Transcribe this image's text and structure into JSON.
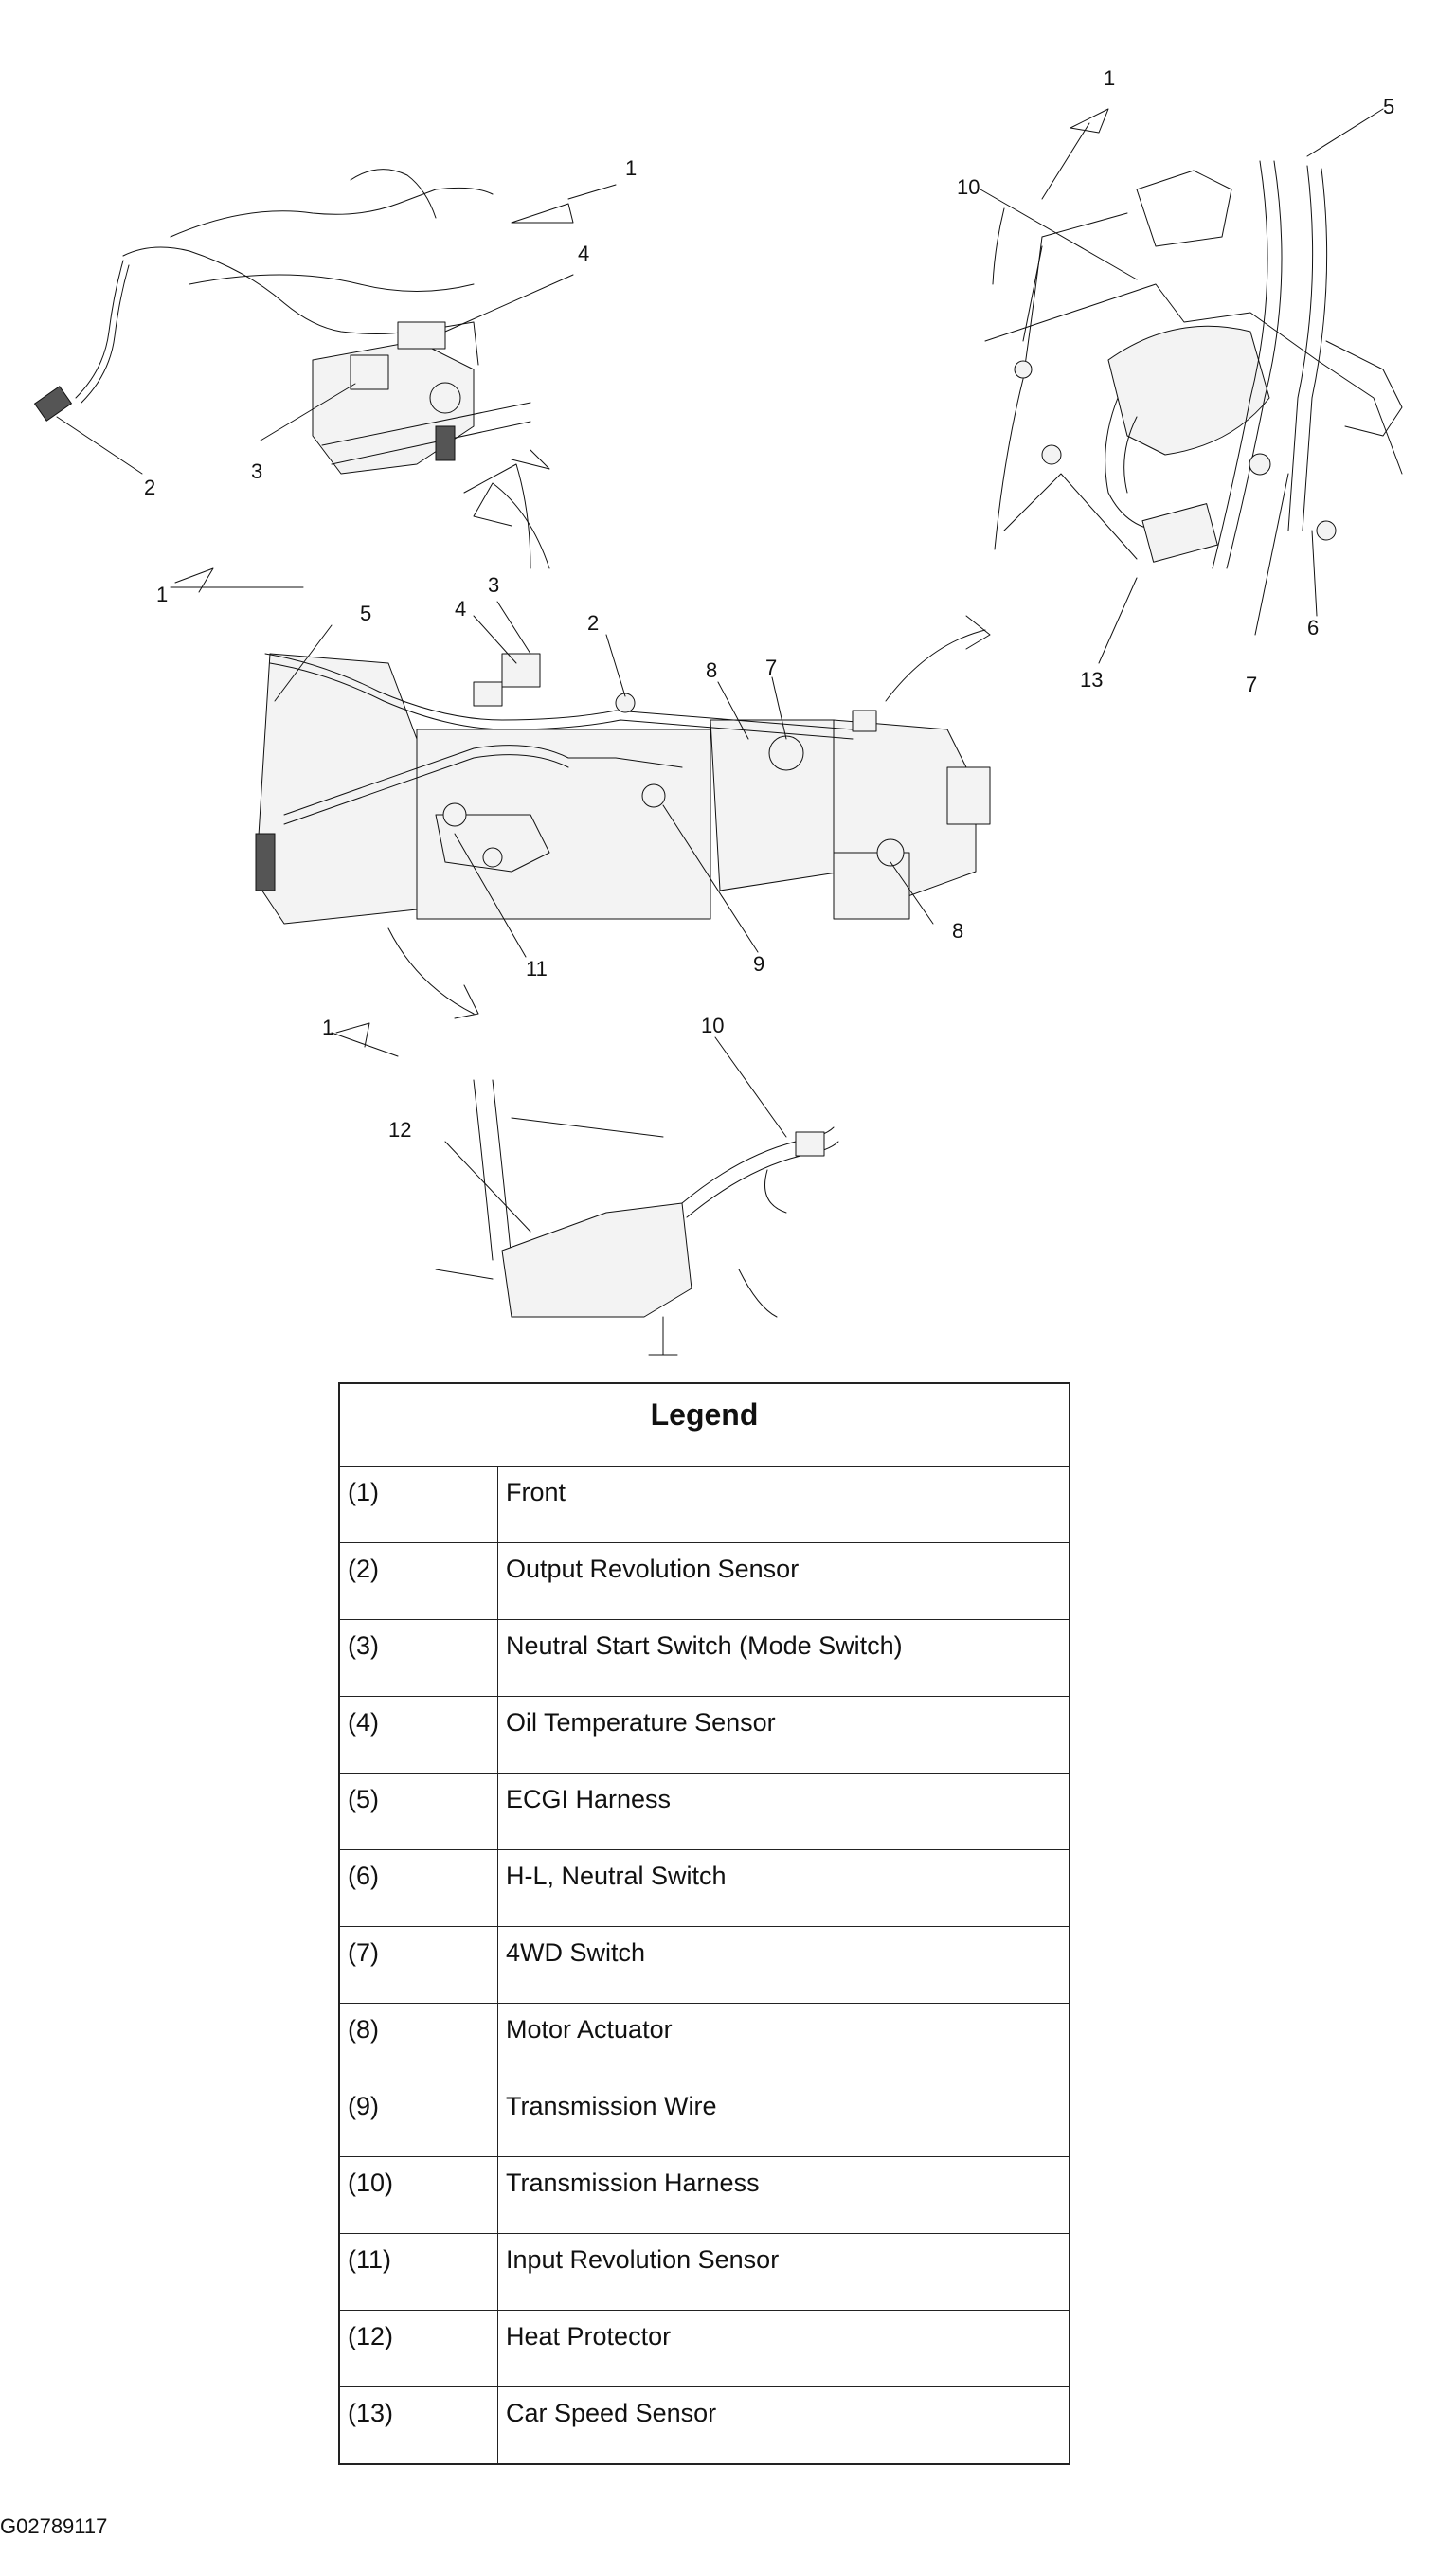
{
  "callouts": [
    "1",
    "2",
    "3",
    "4",
    "5",
    "6",
    "7",
    "8",
    "9",
    "10",
    "11",
    "12",
    "13"
  ],
  "legend": {
    "title": "Legend",
    "rows": [
      {
        "num": "(1)",
        "label": "Front"
      },
      {
        "num": "(2)",
        "label": "Output Revolution Sensor"
      },
      {
        "num": "(3)",
        "label": "Neutral Start Switch (Mode Switch)"
      },
      {
        "num": "(4)",
        "label": "Oil Temperature Sensor"
      },
      {
        "num": "(5)",
        "label": "ECGI Harness"
      },
      {
        "num": "(6)",
        "label": "H-L, Neutral Switch"
      },
      {
        "num": "(7)",
        "label": "4WD Switch"
      },
      {
        "num": "(8)",
        "label": "Motor Actuator"
      },
      {
        "num": "(9)",
        "label": "Transmission Wire"
      },
      {
        "num": "(10)",
        "label": "Transmission Harness"
      },
      {
        "num": "(11)",
        "label": "Input Revolution Sensor"
      },
      {
        "num": "(12)",
        "label": "Heat Protector"
      },
      {
        "num": "(13)",
        "label": "Car Speed Sensor"
      }
    ]
  },
  "figure_id": "G02789117"
}
